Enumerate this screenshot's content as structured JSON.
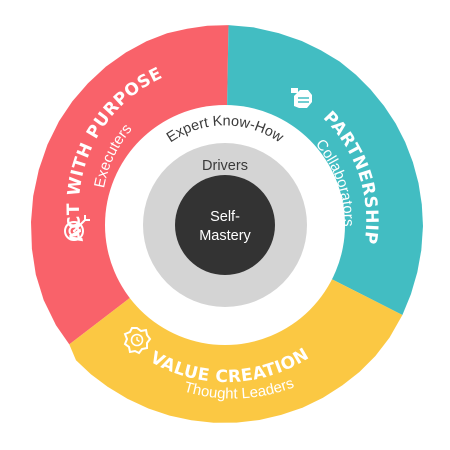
{
  "segments": [
    {
      "title": "ACT WITH PURPOSE",
      "subtitle": "Executers",
      "icon": "target-icon",
      "color": "#f9626a"
    },
    {
      "title": "PARTNERSHIP",
      "subtitle": "Collaborators",
      "icon": "handshake-icon",
      "color": "#42bdc2"
    },
    {
      "title": "VALUE CREATION",
      "subtitle": "Thought Leaders",
      "icon": "clock-badge-icon",
      "color": "#fbc843"
    }
  ],
  "rings": {
    "outer_label": "Expert Know-How",
    "middle_label": "Drivers",
    "core_label_line1": "Self-",
    "core_label_line2": "Mastery"
  },
  "colors": {
    "white_ring": "#ffffff",
    "middle_ring": "#d4d4d4",
    "core": "#333333"
  }
}
